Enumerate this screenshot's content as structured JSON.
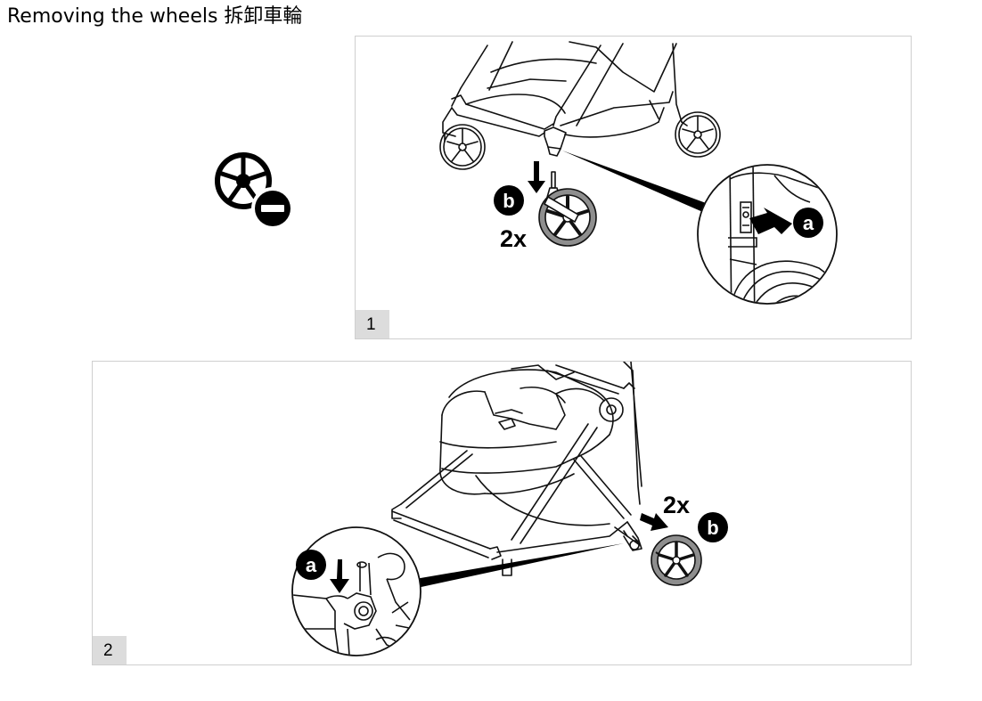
{
  "page": {
    "title": "Removing the wheels 拆卸車輪"
  },
  "icon": {
    "name": "remove-wheel-icon"
  },
  "steps": [
    {
      "number": "1",
      "labels": {
        "a": "a",
        "b": "b",
        "multiplier": "2x"
      }
    },
    {
      "number": "2",
      "labels": {
        "a": "a",
        "b": "b",
        "multiplier": "2x"
      }
    }
  ]
}
